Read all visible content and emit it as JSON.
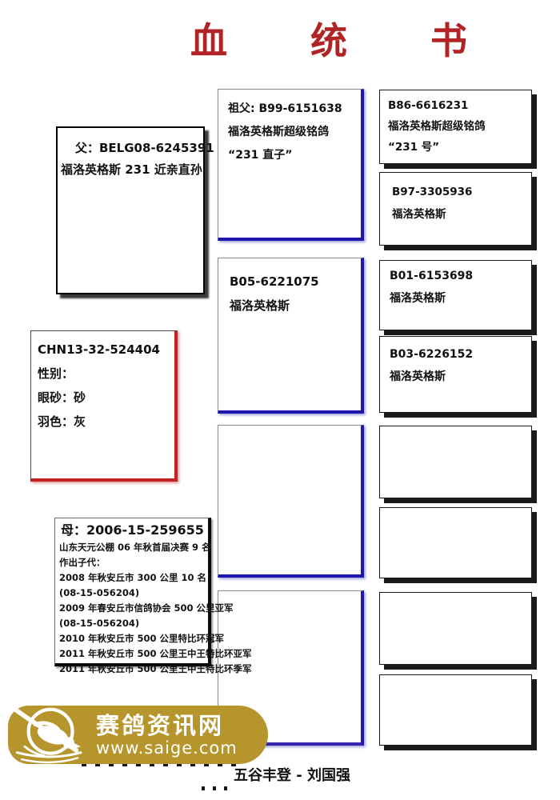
{
  "page": {
    "title": "血 统 书"
  },
  "boxes": {
    "father": {
      "line1": "父：BELG08-6245391",
      "line2": "福洛英格斯 231 近亲直孙"
    },
    "grandfather": {
      "line1": "祖父: B99-6151638",
      "line2": "福洛英格斯超级铭鸽",
      "line3": "“231 直子”"
    },
    "b86": {
      "line1": "B86-6616231",
      "line2": "福洛英格斯超级铭鸽",
      "line3": "“231 号”"
    },
    "b97": {
      "line1": "B97-3305936",
      "line2": "福洛英格斯"
    },
    "b05": {
      "line1": "B05-6221075",
      "line2": "福洛英格斯"
    },
    "b01": {
      "line1": "B01-6153698",
      "line2": "福洛英格斯"
    },
    "b03": {
      "line1": "B03-6226152",
      "line2": "福洛英格斯"
    },
    "subject": {
      "ring": "CHN13-32-524404",
      "sex": "性别：",
      "eye": "眼砂：砂",
      "feather": "羽色：灰"
    },
    "mother": {
      "title": "母：2006-15-259655",
      "lines": [
        "山东天元公棚 06 年秋首届决赛 9 名",
        "作出子代：",
        "2008 年秋安丘市 300 公里 10 名",
        "(08-15-056204)",
        "2009 年春安丘市信鸽协会 500 公里亚军",
        "(08-15-056204)",
        "2010 年秋安丘市 500 公里特比环冠军",
        "2011 年秋安丘市 500 公里王中王特比环亚军",
        "2011 年秋安丘市 500 公里王中王特比环季军"
      ]
    }
  },
  "watermark": {
    "site_name": "赛鸽资讯网",
    "site_url": "www.saige.com",
    "badge_color": "#b6952c",
    "logo_icon": "pigeon-icon"
  },
  "footer": {
    "loft_name": "五谷丰登 - 刘国强"
  },
  "colors": {
    "title_red": "#b02425",
    "accent_red": "#c32222",
    "accent_blue": "#1c18ae",
    "badge_gold": "#b6952c"
  }
}
